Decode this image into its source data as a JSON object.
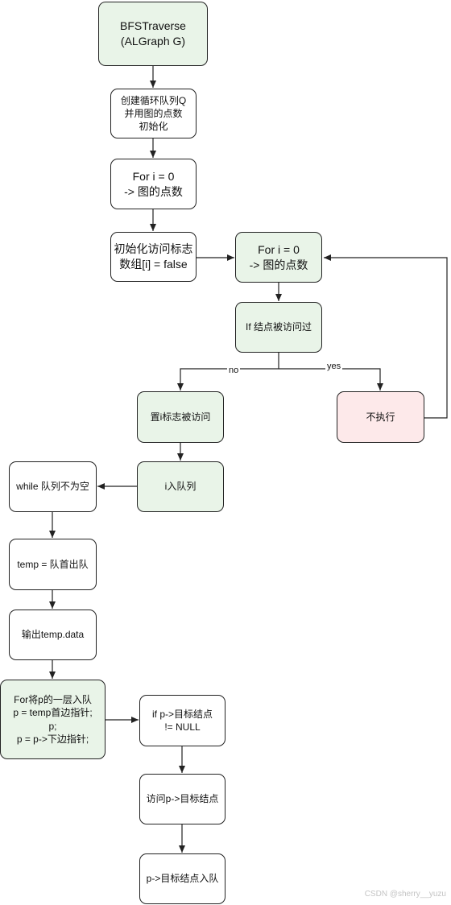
{
  "nodes": {
    "bfs_traverse": "BFSTraverse\n(ALGraph G)",
    "create_queue": "创建循环队列Q\n并用图的点数\n初始化",
    "for_init": "For i = 0\n-> 图的点数",
    "init_visited": "初始化访问标志\n数组[i] = false",
    "for_loop": "For i = 0\n-> 图的点数",
    "if_visited": "If 结点被访问过",
    "set_visited": "置i标志被访问",
    "skip": "不执行",
    "enqueue_i": "i入队列",
    "while_not_empty": "while 队列不为空",
    "dequeue": "temp = 队首出队",
    "output": "输出temp.data",
    "for_layer": "For将p的一层入队\np = temp首边指针;\np;\np = p->下边指针;",
    "if_target": "if p->目标结点\n!= NULL",
    "visit_target": "访问p->目标结点",
    "enqueue_target": "p->目标结点入队"
  },
  "edge_labels": {
    "no": "no",
    "yes": "yes"
  },
  "watermark": "CSDN @sherry__yuzu",
  "colors": {
    "green_fill": "#e9f4e8",
    "pink_fill": "#fde9ea",
    "stroke": "#222222"
  }
}
